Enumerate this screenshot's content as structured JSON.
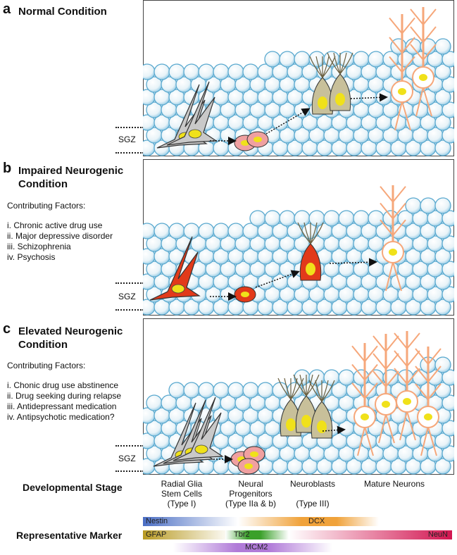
{
  "panels": [
    {
      "letter": "a",
      "title_lines": [
        "Normal Condition"
      ],
      "factors_heading": "",
      "factors": [],
      "sgz": "SGZ"
    },
    {
      "letter": "b",
      "title_lines": [
        "Impaired Neurogenic",
        "Condition"
      ],
      "factors_heading": "Contributing Factors:",
      "factors": [
        "i.   Chronic active drug use",
        "ii.  Major depressive disorder",
        "iii. Schizophrenia",
        "iv. Psychosis"
      ],
      "sgz": "SGZ"
    },
    {
      "letter": "c",
      "title_lines": [
        "Elevated Neurogenic",
        "Condition"
      ],
      "factors_heading": "Contributing Factors:",
      "factors": [
        "i.   Chonic drug use abstinence",
        "ii.  Drug seeking during relapse",
        "iii. Antidepressant medication",
        "iv. Antipsychotic medication?"
      ],
      "sgz": "SGZ"
    }
  ],
  "stages": {
    "heading": "Developmental Stage",
    "items": [
      {
        "lines": [
          "Radial Glia",
          "Stem Cells",
          "(Type I)"
        ]
      },
      {
        "lines": [
          "Neural",
          "Progenitors",
          "(Type IIa & b)"
        ]
      },
      {
        "lines": [
          "Neuroblasts",
          "",
          "(Type III)"
        ]
      },
      {
        "lines": [
          "Mature Neurons"
        ]
      }
    ]
  },
  "markers": {
    "heading": "Representative Marker",
    "bars": [
      {
        "label": "Nestin",
        "color_start": "#4a6ec4",
        "color_end": "#ffffff"
      },
      {
        "label": "DCX",
        "color_start": "#ffffff",
        "color_end": "#f0a23a"
      },
      {
        "label": "GFAP",
        "color_start": "#b89a22",
        "color_end": "#ffffff"
      },
      {
        "label": "Tbr2",
        "color_start": "#3aa02a",
        "color_end": "#ffffff"
      },
      {
        "label": "NeuN",
        "color_start": "#ffffff",
        "color_end": "#d21450"
      },
      {
        "label": "MCM2",
        "color_start": "#ffffff",
        "color_end": "#b07ad8"
      }
    ]
  },
  "colors": {
    "bead_fill": "#e8f3f8",
    "bead_stroke": "#5aa9cf",
    "glia_fill": "#c9c9c9",
    "glia_stroke": "#333333",
    "nucleus": "#f0e11a",
    "progenitor": "#f0a0a0",
    "neuroblast": "#c8c09a",
    "neuron_stroke": "#f6a77a",
    "impaired_fill": "#e23a1a",
    "impaired_dot": "#5a0a0a"
  }
}
